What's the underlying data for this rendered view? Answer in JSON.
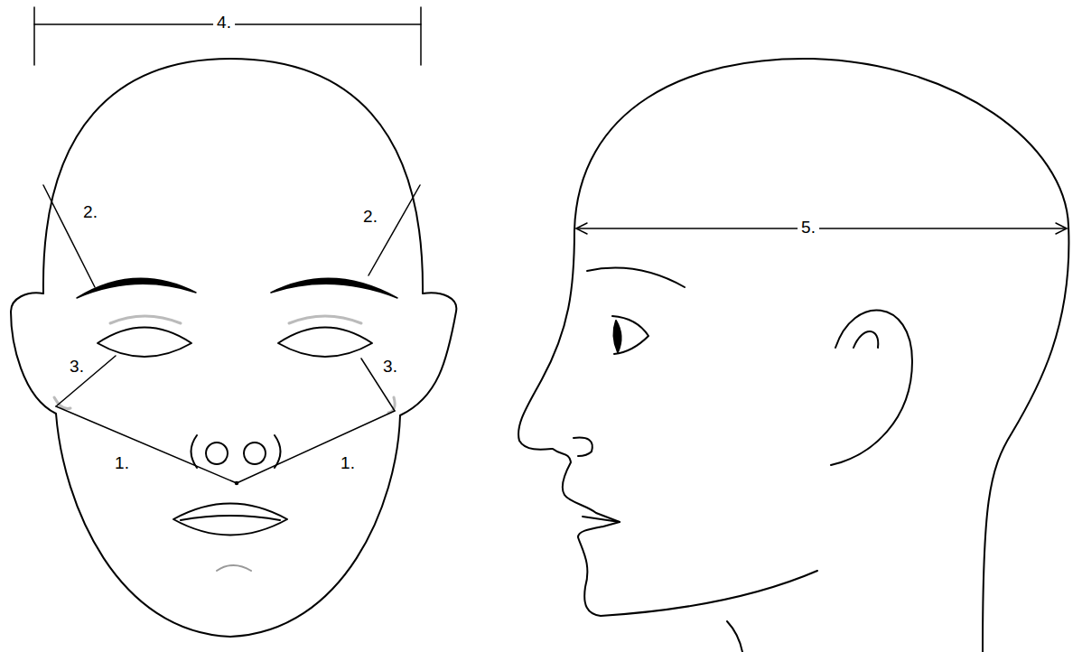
{
  "diagram": {
    "labels": [
      "4.",
      "2.",
      "2.",
      "5.",
      "3.",
      "3.",
      "1.",
      "1."
    ]
  }
}
